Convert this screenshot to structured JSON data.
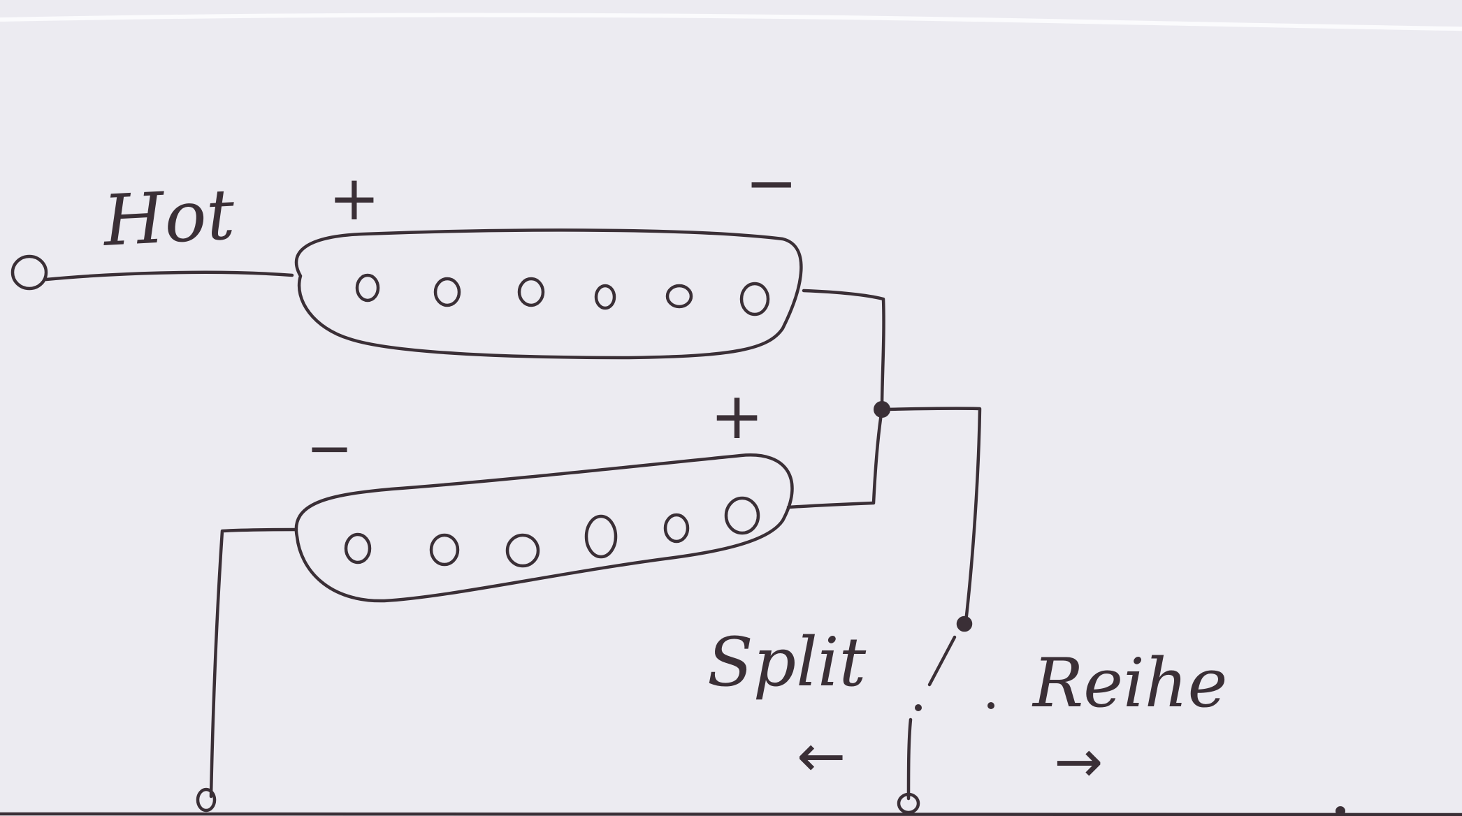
{
  "labels": {
    "hot": "Hot",
    "split": "Split",
    "reihe": "Reihe",
    "arrow_left": "←",
    "arrow_right": "→"
  },
  "polarity": {
    "top_coil_left": "+",
    "top_coil_right": "−",
    "bottom_coil_left": "−",
    "bottom_coil_right": "+"
  },
  "pickup": {
    "top_coil_poles": 6,
    "bottom_coil_poles": 6
  },
  "colors": {
    "paper": "#ecebf1",
    "ink": "#3a2f36"
  }
}
